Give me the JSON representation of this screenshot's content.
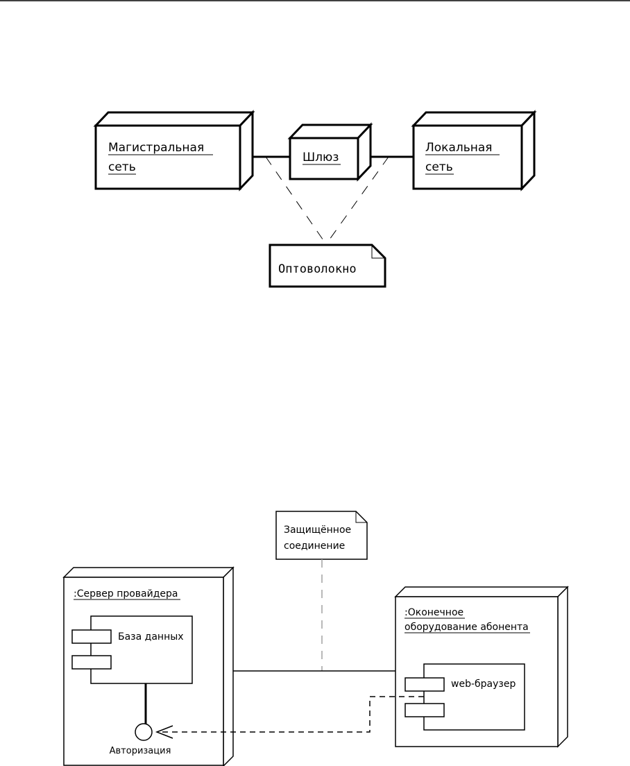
{
  "top_diagram": {
    "backbone_node": {
      "line1": "Магистральная",
      "line2": "сеть"
    },
    "gateway_node": {
      "label": "Шлюз"
    },
    "local_node": {
      "line1": "Локальная",
      "line2": "сеть"
    },
    "fiber_note": {
      "label": "Оптоволокно"
    }
  },
  "bottom_diagram": {
    "secure_note": {
      "line1": "Защищённое",
      "line2": "соединение"
    },
    "server_node": {
      "label": ":Сервер провайдера"
    },
    "database_component": {
      "label": "База данных"
    },
    "auth_interface": {
      "label": "Авторизация"
    },
    "client_node": {
      "line1": ":Оконечное",
      "line2": "оборудование абонента"
    },
    "browser_component": {
      "label": "web-браузер"
    }
  }
}
